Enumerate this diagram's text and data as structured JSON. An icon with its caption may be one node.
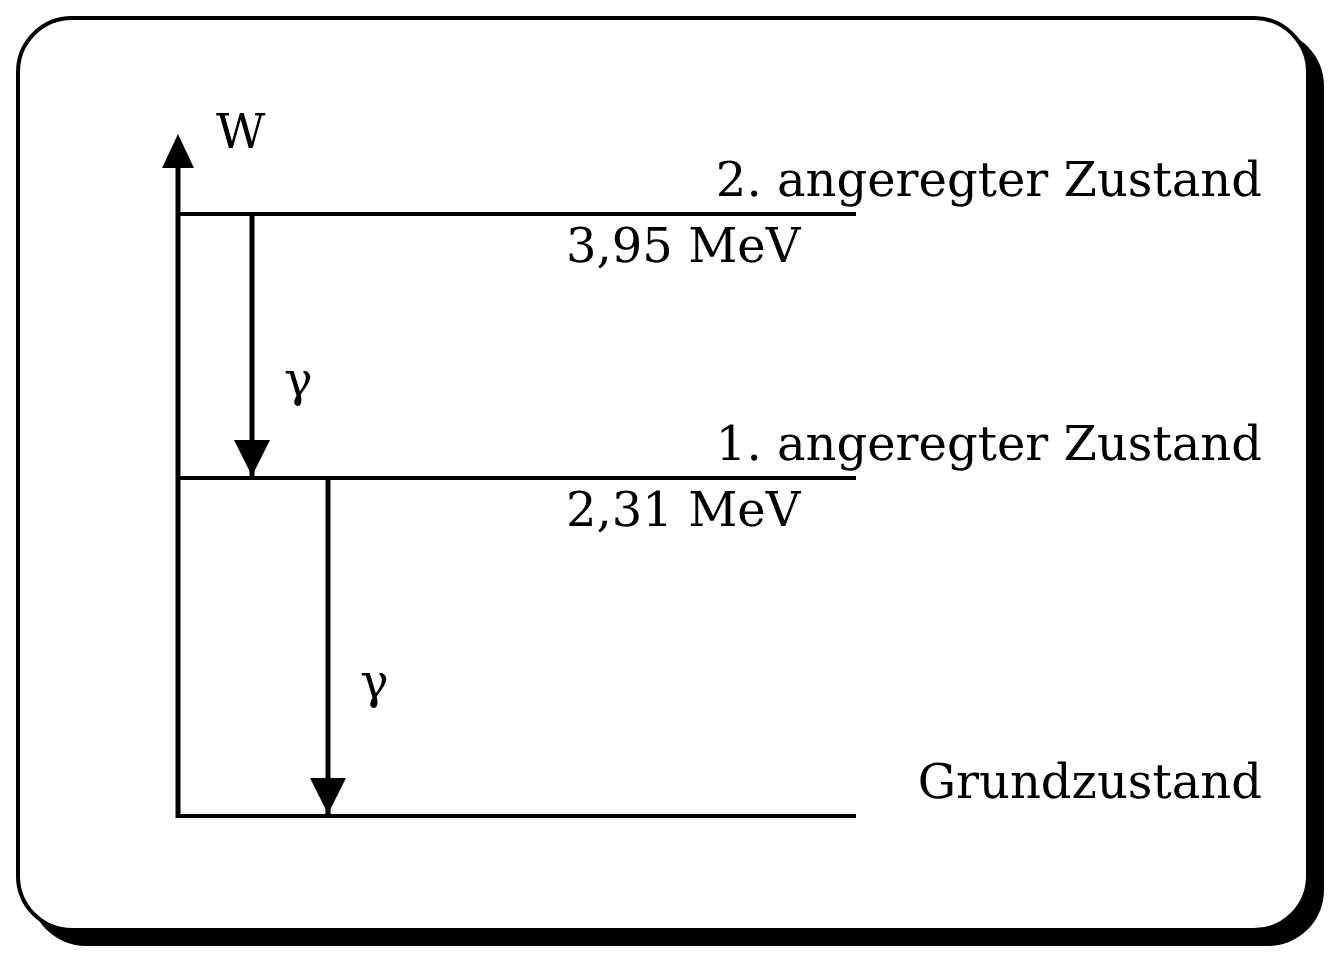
{
  "diagram": {
    "nodes": [
      {
        "text": [
          "2. angeregter Zustand",
          "3,95 MeV"
        ]
      },
      {
        "text": [
          "1. angeregter Zustand",
          "2,31 MeV"
        ]
      },
      {
        "text": [
          "Grundzustand"
        ]
      }
    ],
    "edges": [
      {
        "from": 0,
        "to": 1,
        "arrow": "to",
        "label": "γ"
      },
      {
        "from": 1,
        "to": 2,
        "arrow": "to",
        "label": "γ"
      }
    ],
    "labels": [
      "W"
    ]
  }
}
